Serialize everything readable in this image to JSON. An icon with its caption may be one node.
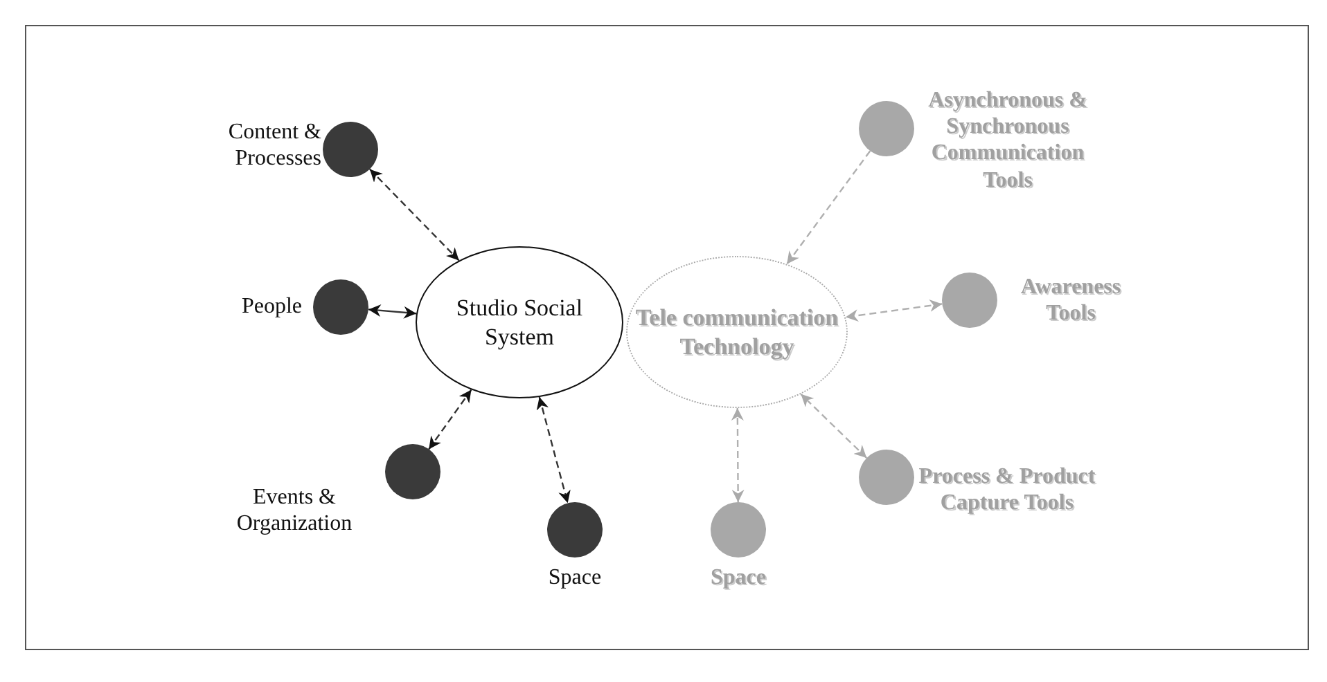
{
  "diagram": {
    "nodes": [
      {
        "text": [
          "Studio Social System"
        ]
      },
      {
        "text": [
          "Tele communication Technology"
        ]
      },
      {
        "text": [],
        "shape": "circle",
        "beside": [
          "Content & Processes"
        ]
      },
      {
        "text": [],
        "shape": "circle",
        "beside": [
          "People"
        ]
      },
      {
        "text": [],
        "shape": "circle",
        "beside": [
          "Events & Organization"
        ]
      },
      {
        "text": [],
        "shape": "circle",
        "beside": [
          "Space"
        ]
      },
      {
        "text": [],
        "shape": "circle",
        "beside": [
          "Space"
        ]
      },
      {
        "text": [],
        "shape": "circle",
        "beside": [
          "Asynchronous & Synchronous Communication Tools"
        ]
      },
      {
        "text": [],
        "shape": "circle",
        "beside": [
          "Awareness Tools"
        ]
      },
      {
        "text": [],
        "shape": "circle",
        "beside": [
          "Process & Product Capture Tools"
        ]
      }
    ],
    "edges": [
      {
        "from": 2,
        "to": 0,
        "arrow": "both",
        "style": "dashed"
      },
      {
        "from": 3,
        "to": 0,
        "arrow": "both"
      },
      {
        "from": 4,
        "to": 0,
        "arrow": "both",
        "style": "dashed"
      },
      {
        "from": 0,
        "to": 5,
        "arrow": "both",
        "style": "dashed"
      },
      {
        "from": 7,
        "to": 1,
        "arrow": "to",
        "style": "dashed",
        "color": "#b0b0b0"
      },
      {
        "from": 8,
        "to": 1,
        "arrow": "both",
        "style": "dashed",
        "color": "#b0b0b0"
      },
      {
        "from": 9,
        "to": 1,
        "arrow": "both",
        "style": "dashed",
        "color": "#b0b0b0"
      },
      {
        "from": 6,
        "to": 1,
        "arrow": "both",
        "style": "dashed",
        "color": "#b0b0b0"
      }
    ]
  }
}
